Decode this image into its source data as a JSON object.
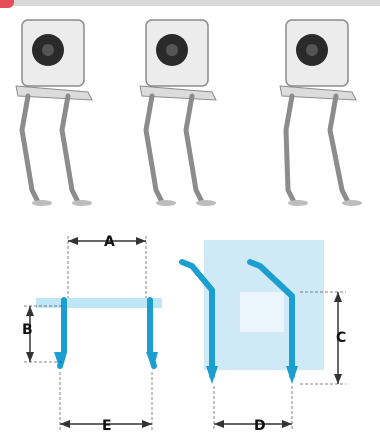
{
  "colors": {
    "header": "#d9d9d9",
    "badge": "#e74c5a",
    "accent_dark": "#1b9fd1",
    "accent_light": "#bfe6f6",
    "accent_shade": "#9fd3ef",
    "shade_box": "#cfe9f7",
    "inner_box": "#eaf6fc",
    "dim_line": "#333333",
    "photo_stroke": "#8c8c8c",
    "photo_dark": "#2a2a2a",
    "photo_body": "#ececec"
  },
  "dimension_labels": {
    "a": "A",
    "b": "B",
    "c": "C",
    "d": "D",
    "e": "E"
  }
}
